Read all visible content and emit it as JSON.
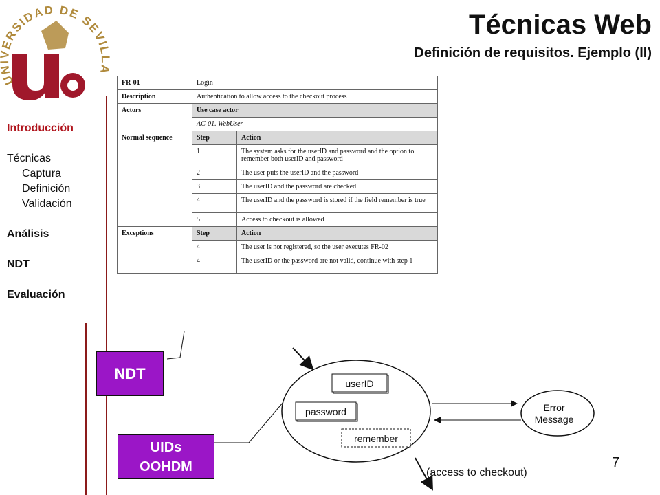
{
  "header": {
    "title": "Técnicas Web",
    "subtitle": "Definición de requisitos. Ejemplo (II)"
  },
  "logo": {
    "text": "UNIVERSIDAD DE SEVILLA",
    "colors": {
      "primary": "#a0182b",
      "gold": "#b08a3c"
    }
  },
  "nav": {
    "items": [
      {
        "label": "Introducción",
        "style": "active"
      },
      {
        "label": "Técnicas",
        "style": "normal"
      },
      {
        "label": "Captura",
        "style": "sub"
      },
      {
        "label": "Definición",
        "style": "sub"
      },
      {
        "label": "Validación",
        "style": "sub"
      },
      {
        "label": "Análisis",
        "style": "bold"
      },
      {
        "label": "NDT",
        "style": "bold"
      },
      {
        "label": "Evaluación",
        "style": "bold"
      }
    ]
  },
  "requirement": {
    "id_label": "FR-01",
    "id_value": "Login",
    "description_label": "Description",
    "description_value": "Authentication to allow access to the checkout process",
    "actors_label": "Actors",
    "actors_header": "Use case actor",
    "actors_value": "AC-01. WebUser",
    "normal_label": "Normal sequence",
    "step_header": "Step",
    "action_header": "Action",
    "normal_steps": [
      {
        "step": "1",
        "action": "The system asks for the userID and password and the option to remember both userID and password"
      },
      {
        "step": "2",
        "action": "The user puts the userID and the password"
      },
      {
        "step": "3",
        "action": "The userID and the password are checked"
      },
      {
        "step": "4",
        "action": "The userID and the password is stored if the field remember is true"
      },
      {
        "step": "5",
        "action": "Access to checkout is allowed"
      }
    ],
    "exceptions_label": "Exceptions",
    "exception_steps": [
      {
        "step": "4",
        "action": "The user is not registered, so the user executes FR-02"
      },
      {
        "step": "4",
        "action": "The userID or the password are not valid, continue with step 1"
      }
    ]
  },
  "tags": {
    "ndt": "NDT",
    "uid_line1": "UIDs",
    "uid_line2": "OOHDM",
    "color": "#9b16c7"
  },
  "diagram": {
    "field_userid": "userID",
    "field_password": "password",
    "field_remember": "remember",
    "error_line1": "Error",
    "error_line2": "Message",
    "access_label": "(access to checkout)"
  },
  "page_number": "7"
}
